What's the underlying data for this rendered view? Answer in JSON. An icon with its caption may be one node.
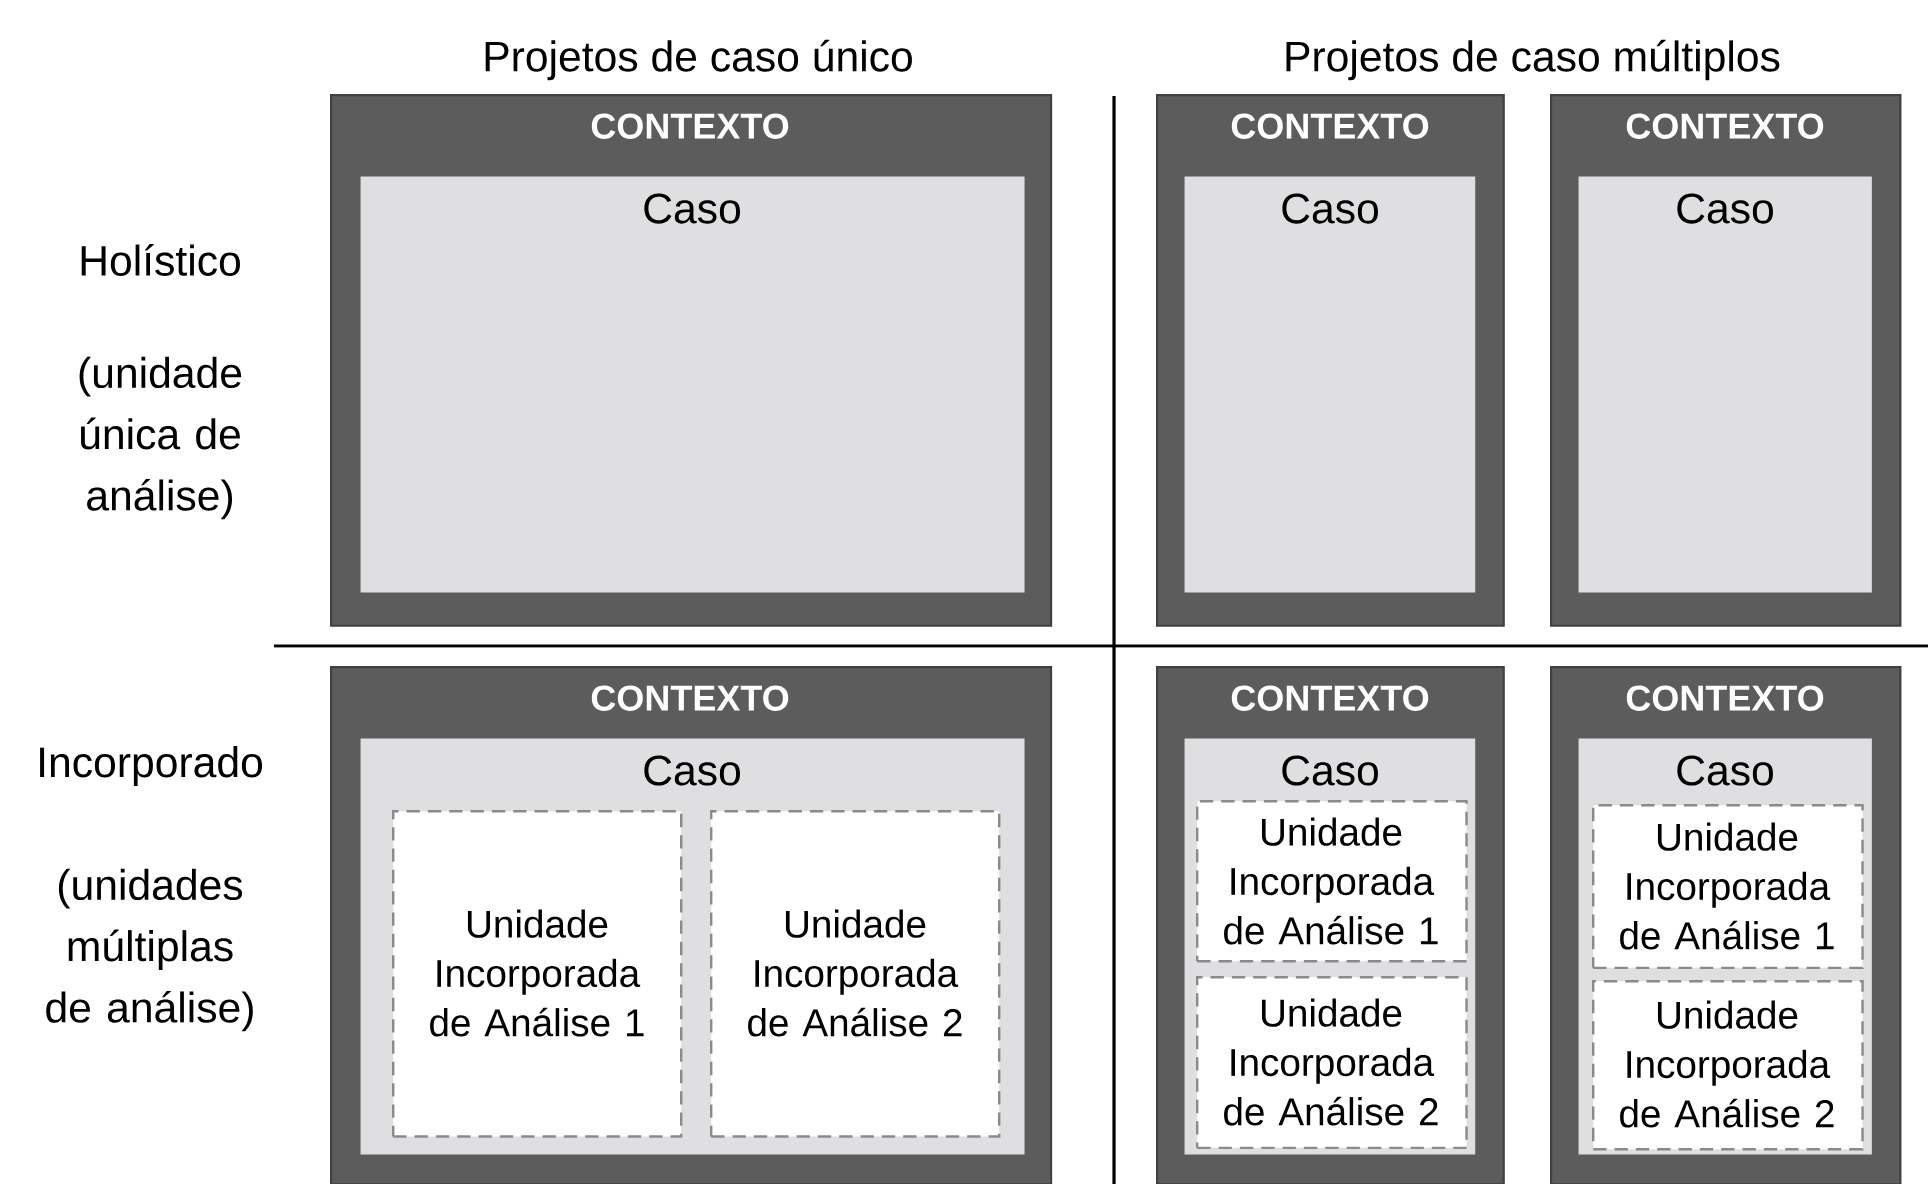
{
  "diagram": {
    "nodes": [
      {
        "text": [
          "CONTEXTO"
        ]
      },
      {
        "text": [
          "Caso"
        ],
        "in": 0
      },
      {
        "text": [
          "CONTEXTO"
        ]
      },
      {
        "text": [
          "Caso"
        ],
        "in": 2
      },
      {
        "text": [
          "CONTEXTO"
        ]
      },
      {
        "text": [
          "Caso"
        ],
        "in": 4
      },
      {
        "text": [
          "CONTEXTO"
        ]
      },
      {
        "text": [
          "Caso"
        ],
        "in": 6
      },
      {
        "text": [
          "Unidade Incorporada de Análise 1"
        ],
        "in": 7
      },
      {
        "text": [
          "Unidade Incorporada de Análise 2"
        ],
        "in": 7
      },
      {
        "text": [
          "CONTEXTO"
        ]
      },
      {
        "text": [
          "Caso"
        ],
        "in": 10
      },
      {
        "text": [
          "Unidade Incorporada de Análise 1"
        ],
        "in": 11
      },
      {
        "text": [
          "Unidade Incorporada de Análise 2"
        ],
        "in": 11
      },
      {
        "text": [
          "CONTEXTO"
        ]
      },
      {
        "text": [
          "Caso"
        ],
        "in": 14
      },
      {
        "text": [
          "Unidade Incorporada de Análise 1"
        ],
        "in": 15
      },
      {
        "text": [
          "Unidade Incorporada de Análise 2"
        ],
        "in": 15
      }
    ],
    "labels": [
      "Projetos de caso único",
      "Projetos de caso múltiplos",
      "Holístico",
      "(unidade única de análise)",
      "Incorporado",
      "(unidades múltiplas de análise)"
    ]
  }
}
